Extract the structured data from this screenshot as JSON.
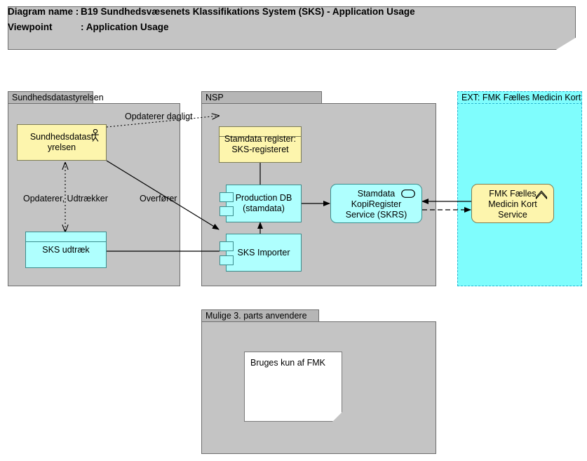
{
  "header": {
    "line1_key": "Diagram name :",
    "line1_value": "B19 Sundhedsvæsenets Klassifikations System (SKS) - Application Usage",
    "line2_key": "Viewpoint",
    "line2_value": ": Application Usage"
  },
  "colors": {
    "group_fill": "#c4c4c4",
    "group_tab_fill": "#b6b6b6",
    "group_border": "#6e6e6e",
    "ext_fill": "#7ffdfd",
    "ext_border": "#2ab5d0",
    "yellow_fill": "#fdf5ad",
    "yellow_border": "#7d7d55",
    "cyan_fill": "#affffe",
    "cyan_border": "#3b8e8e",
    "note_fill": "#ffffff",
    "line": "#000000"
  },
  "groups": [
    {
      "id": "sundhedsdatastyrelsen",
      "label": "Sundhedsdatastyrelsen",
      "tab_width": 122
    },
    {
      "id": "nsp",
      "label": "NSP",
      "tab_width": 172
    },
    {
      "id": "ext_fmk",
      "label": "EXT: FMK Fælles Medicin Kort",
      "tab_width": 178
    },
    {
      "id": "mulige",
      "label": "Mulige 3. parts anvendere",
      "tab_width": 168
    }
  ],
  "nodes": [
    {
      "id": "sundhedsdatastyrelsen-actor",
      "label": "Sundhedsdatast\nyrelsen",
      "type": "business-actor",
      "icon": "actor-icon"
    },
    {
      "id": "sks-udtraek",
      "label": "SKS udtræk",
      "type": "data-object",
      "icon": "data-object-icon"
    },
    {
      "id": "stamdata-register",
      "label": "Stamdata register:\nSKS-registeret",
      "type": "data-object",
      "icon": "data-object-icon"
    },
    {
      "id": "production-db",
      "label": "Production DB\n(stamdata)",
      "type": "application-component",
      "icon": "component-icon"
    },
    {
      "id": "sks-importer",
      "label": "SKS Importer",
      "type": "application-component",
      "icon": "component-icon"
    },
    {
      "id": "stamdata-kopiregister-service",
      "label": "Stamdata\nKopiRegister\nService (SKRS)",
      "type": "application-service",
      "icon": "oval-icon"
    },
    {
      "id": "fmk-faelles-medicin-kort-service",
      "label": "FMK Fælles\nMedicin Kort\nService",
      "type": "business-service",
      "icon": "chevron-icon"
    }
  ],
  "connector_labels": [
    {
      "id": "opdaterer-dagligt",
      "text": "Opdaterer dagligt"
    },
    {
      "id": "opdaterer-udtraekker",
      "text": "Opdaterer, Udtrækker"
    },
    {
      "id": "overfoerer",
      "text": "Overfører"
    }
  ],
  "note": {
    "id": "bruges-kun-af-fmk",
    "text": "Bruges kun af FMK"
  }
}
